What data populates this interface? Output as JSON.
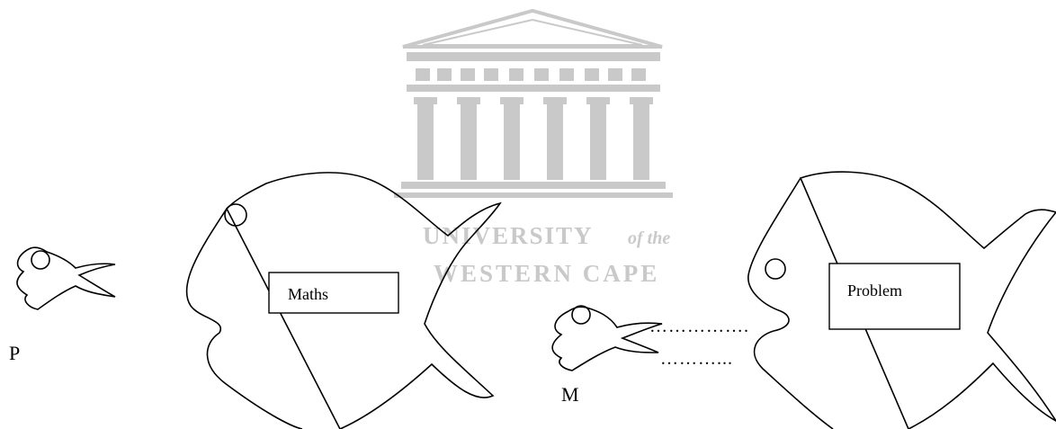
{
  "watermark": {
    "line1": "UNIVERSITY",
    "line1_suffix": "of the",
    "line2": "WESTERN CAPE",
    "color": "#c9c9c9"
  },
  "fish": {
    "small_left_label": "P",
    "large_left_box": "Maths",
    "small_right_label": "M",
    "large_right_box": "Problem"
  },
  "dots": {
    "upper": "…………….",
    "lower": "………..."
  },
  "colors": {
    "ink": "#000000",
    "background": "#ffffff"
  }
}
